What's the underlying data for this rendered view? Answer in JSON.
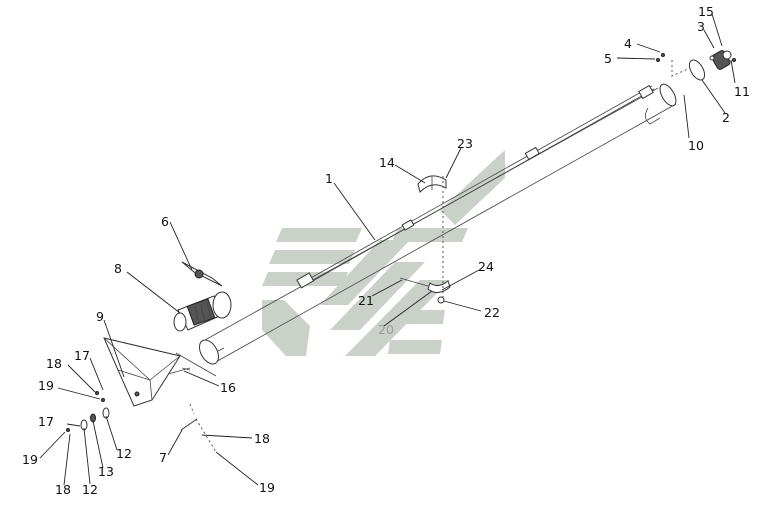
{
  "diagram": {
    "callouts": [
      {
        "id": "c15",
        "text": "15"
      },
      {
        "id": "c3",
        "text": "3"
      },
      {
        "id": "c4",
        "text": "4"
      },
      {
        "id": "c5",
        "text": "5"
      },
      {
        "id": "c11",
        "text": "11"
      },
      {
        "id": "c2",
        "text": "2"
      },
      {
        "id": "c10",
        "text": "10"
      },
      {
        "id": "c23",
        "text": "23"
      },
      {
        "id": "c14",
        "text": "14"
      },
      {
        "id": "c1",
        "text": "1"
      },
      {
        "id": "c6",
        "text": "6"
      },
      {
        "id": "c8",
        "text": "8"
      },
      {
        "id": "c24",
        "text": "24"
      },
      {
        "id": "c21",
        "text": "21"
      },
      {
        "id": "c22",
        "text": "22"
      },
      {
        "id": "c20",
        "text": "20"
      },
      {
        "id": "c9",
        "text": "9"
      },
      {
        "id": "c17a",
        "text": "17"
      },
      {
        "id": "c18a",
        "text": "18"
      },
      {
        "id": "c19a",
        "text": "19"
      },
      {
        "id": "c16",
        "text": "16"
      },
      {
        "id": "c17b",
        "text": "17"
      },
      {
        "id": "c12a",
        "text": "12"
      },
      {
        "id": "c13",
        "text": "13"
      },
      {
        "id": "c19b",
        "text": "19"
      },
      {
        "id": "c18b",
        "text": "18"
      },
      {
        "id": "c12b",
        "text": "12"
      },
      {
        "id": "c7",
        "text": "7"
      },
      {
        "id": "c18c",
        "text": "18"
      },
      {
        "id": "c19c",
        "text": "19"
      }
    ]
  }
}
